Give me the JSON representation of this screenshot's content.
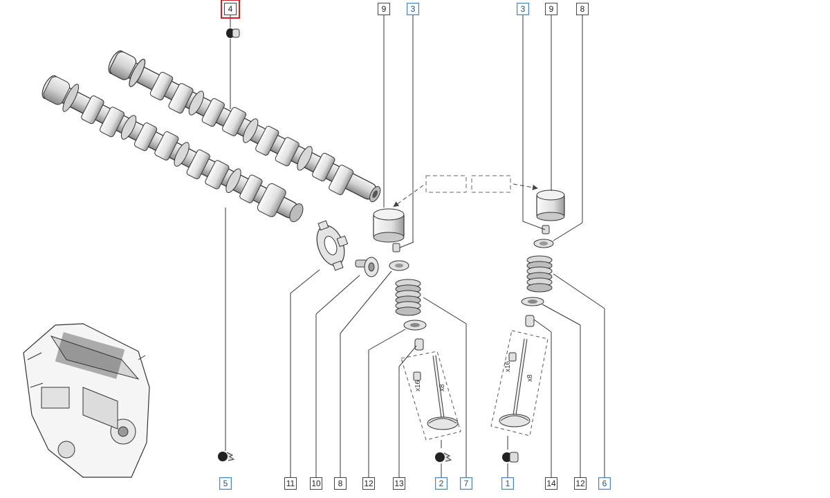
{
  "callouts": {
    "c4": {
      "label": "4",
      "selected": true
    },
    "c9a": {
      "label": "9"
    },
    "c3a": {
      "label": "3",
      "linked": true
    },
    "c3b": {
      "label": "3",
      "linked": true
    },
    "c9b": {
      "label": "9"
    },
    "c8a": {
      "label": "8"
    },
    "c5": {
      "label": "5",
      "linked": true
    },
    "c11": {
      "label": "11"
    },
    "c10": {
      "label": "10"
    },
    "c8b": {
      "label": "8"
    },
    "c12a": {
      "label": "12"
    },
    "c13": {
      "label": "13"
    },
    "c2": {
      "label": "2",
      "linked": true
    },
    "c7": {
      "label": "7",
      "linked": true
    },
    "c1": {
      "label": "1",
      "linked": true
    },
    "c14": {
      "label": "14"
    },
    "c12b": {
      "label": "12"
    },
    "c6": {
      "label": "6",
      "linked": true
    }
  },
  "quantities": {
    "left_x16": "x16",
    "left_x8": "x8",
    "right_x16": "x16",
    "right_x8": "x8"
  },
  "colors": {
    "line": "#333333",
    "selected_border": "#cc2222",
    "link_border": "#4a86b8"
  }
}
